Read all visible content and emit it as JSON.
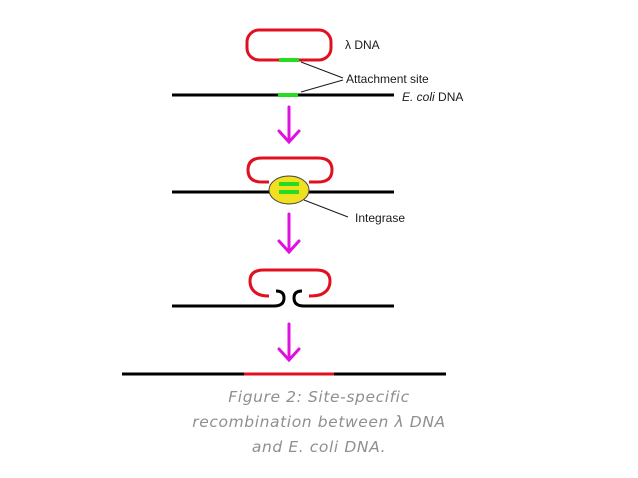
{
  "labels": {
    "lambda_dna": "λ DNA",
    "attachment_site": "Attachment site",
    "ecoli_italic": "E. coli",
    "ecoli_suffix": " DNA",
    "integrase": "Integrase"
  },
  "caption": {
    "line1": "Figure 2: Site-specific",
    "line2": "recombination between λ DNA",
    "line3": "and E. coli DNA."
  },
  "colors": {
    "lambda_loop": "#e01020",
    "ecoli_strand": "#000000",
    "attachment_site": "#22dd22",
    "arrow": "#e010e0",
    "integrase": "#f0e020"
  }
}
